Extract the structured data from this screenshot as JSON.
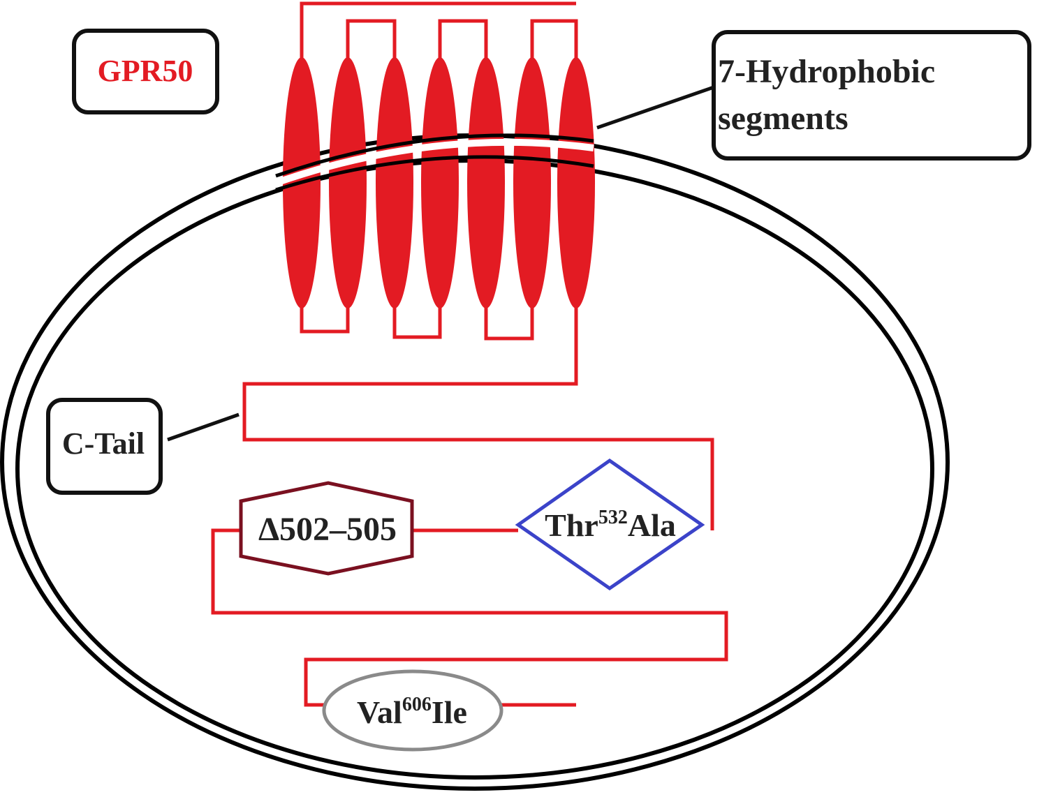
{
  "colors": {
    "receptor": "#e31b23",
    "membrane": "#000000",
    "box_border": "#111111",
    "title_text": "#e31b23",
    "label_text": "#222222",
    "hexagon_border": "#7a1020",
    "diamond_border": "#3b43c9",
    "ellipse_border": "#8a8a8a"
  },
  "title": "GPR50",
  "labels": {
    "hydrophobic_line1": "7-Hydrophobic",
    "hydrophobic_line2": "segments",
    "c_tail": "C-Tail"
  },
  "variants": {
    "deletion": "Δ502–505",
    "thr": {
      "prefix": "Thr",
      "sup": "532",
      "suffix": "Ala"
    },
    "val": {
      "prefix": "Val",
      "sup": "606",
      "suffix": "Ile"
    }
  },
  "shapes": {
    "deletion": "hexagon",
    "thr": "diamond",
    "val": "ellipse"
  },
  "segment_count": 7
}
